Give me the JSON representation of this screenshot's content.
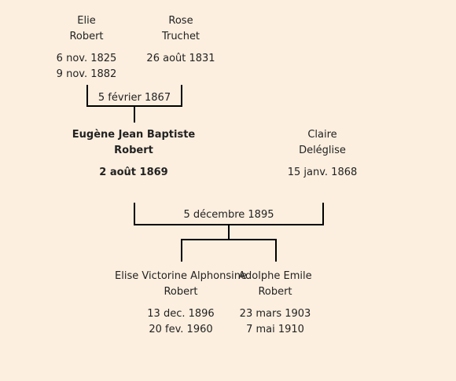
{
  "colors": {
    "background": "#fcefdf",
    "line": "#000000",
    "text": "#222222"
  },
  "people": {
    "elie": {
      "first": "Elie",
      "last": "Robert",
      "birth": "6 nov. 1825",
      "death": "9 nov. 1882"
    },
    "rose": {
      "first": "Rose",
      "last": "Truchet",
      "birth": "26 août 1831"
    },
    "eugene": {
      "first": "Eugène Jean Baptiste",
      "last": "Robert",
      "birth": "2 août 1869"
    },
    "claire": {
      "first": "Claire",
      "last": "Deléglise",
      "birth": "15 janv. 1868"
    },
    "elise": {
      "first": "Elise Victorine Alphonsine",
      "last": "Robert",
      "birth": "13 dec. 1896",
      "death": "20 fev. 1960"
    },
    "adolphe": {
      "first": "Adolphe Emile",
      "last": "Robert",
      "birth": "23 mars 1903",
      "death": "7 mai 1910"
    }
  },
  "marriages": {
    "parents": "5 février 1867",
    "focus": "5 décembre 1895"
  }
}
